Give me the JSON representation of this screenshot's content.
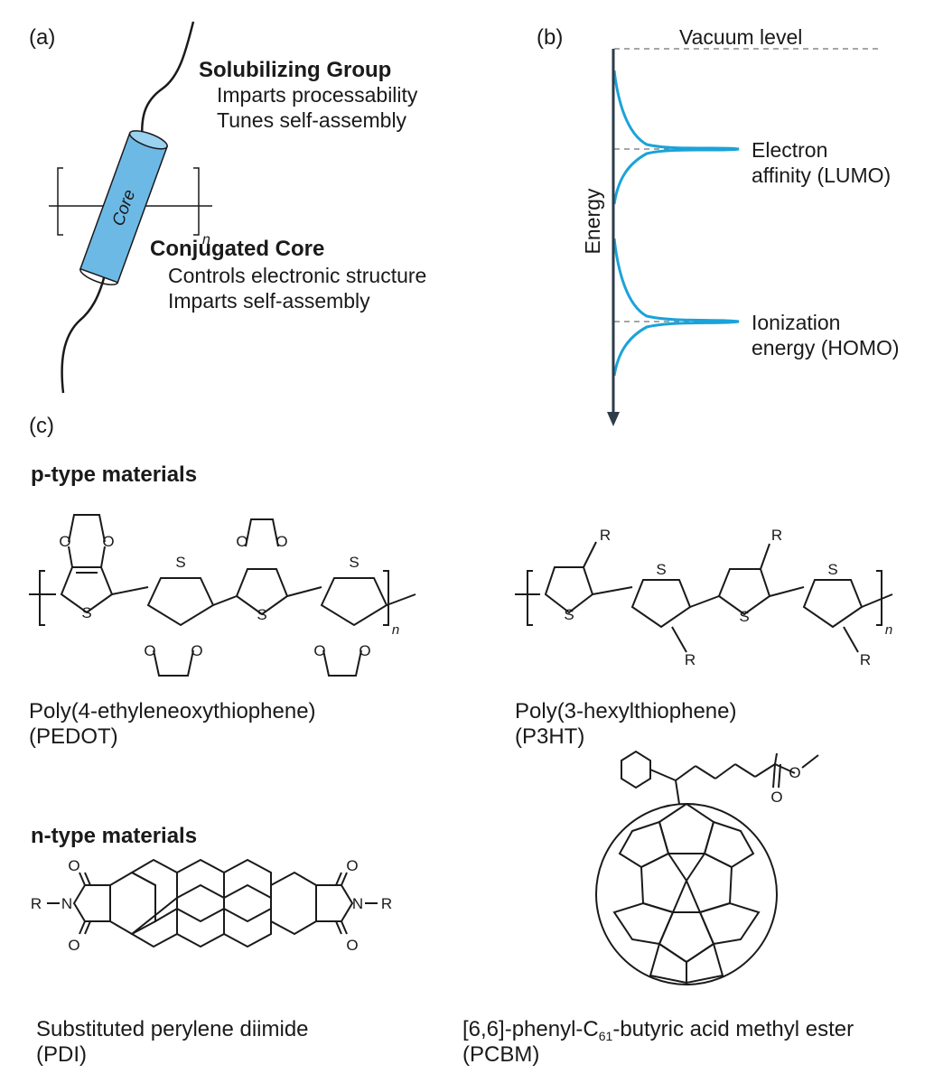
{
  "panel_a": {
    "label": "(a)",
    "core_label": "Core",
    "repeat_subscript": "n",
    "solubilizing": {
      "title": "Solubilizing Group",
      "line1": "Imparts processability",
      "line2": "Tunes self-assembly"
    },
    "conjugated": {
      "title": "Conjugated Core",
      "line1": "Controls electronic structure",
      "line2": "Imparts self-assembly"
    }
  },
  "panel_b": {
    "label": "(b)",
    "vacuum_level": "Vacuum level",
    "axis_label": "Energy",
    "lumo_line1": "Electron",
    "lumo_line2": "affinity (LUMO)",
    "homo_line1": "Ionization",
    "homo_line2": "energy (HOMO)",
    "colors": {
      "curve": "#1aa3d9",
      "axis": "#2e3b4a"
    }
  },
  "panel_c": {
    "label": "(c)",
    "p_type_heading": "p-type materials",
    "n_type_heading": "n-type materials",
    "pedot": {
      "name": "Poly(4-ethyleneoxythiophene)",
      "abbr": "(PEDOT)"
    },
    "p3ht": {
      "name": "Poly(3-hexylthiophene)",
      "abbr": "(P3HT)"
    },
    "pdi": {
      "name": "Substituted perylene diimide",
      "abbr": "(PDI)"
    },
    "pcbm": {
      "name_pre": "[6,6]-phenyl-C",
      "name_sub": "61",
      "name_post": "-butyric acid methyl ester",
      "abbr": "(PCBM)"
    },
    "atoms": {
      "sulfur": "S",
      "oxygen": "O",
      "nitrogen": "N",
      "r_group": "R",
      "repeat": "n"
    }
  }
}
